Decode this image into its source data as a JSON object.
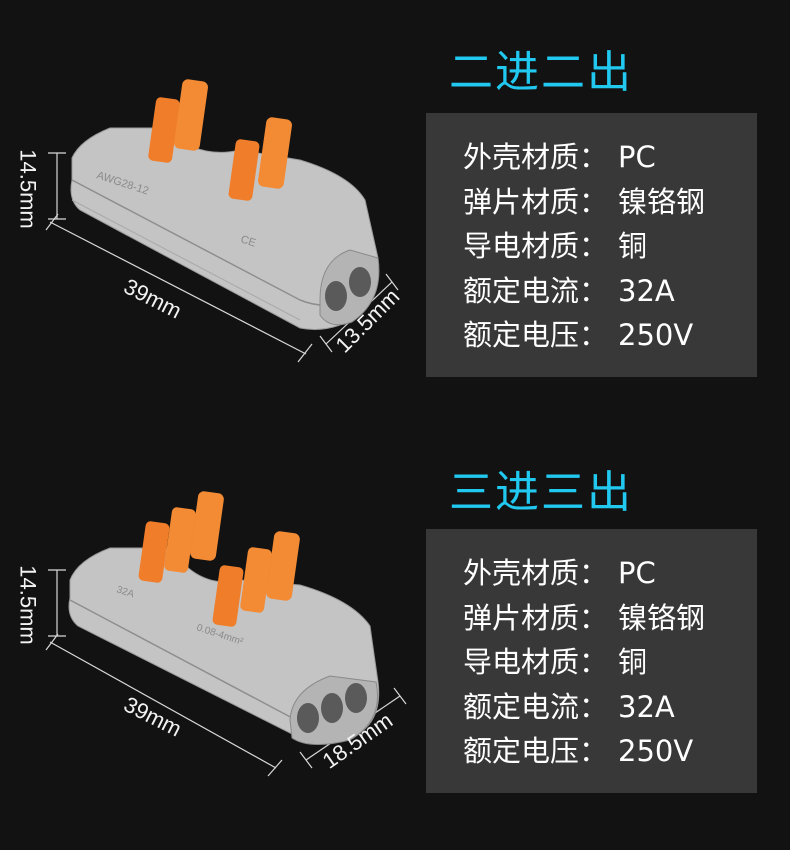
{
  "products": [
    {
      "title": "二进二出",
      "dims": {
        "height": "14.5mm",
        "length": "39mm",
        "width": "13.5mm"
      },
      "markings": [
        "AWG28-12",
        "CE"
      ],
      "specs": [
        {
          "key": "外壳材质",
          "colon": "：",
          "value": "PC"
        },
        {
          "key": "弹片材质",
          "colon": "：",
          "value": "镍铬钢"
        },
        {
          "key": "导电材质",
          "colon": "：",
          "value": "铜"
        },
        {
          "key": "额定电流",
          "colon": "：",
          "value": "32A"
        },
        {
          "key": "额定电压",
          "colon": "：",
          "value": "250V"
        }
      ]
    },
    {
      "title": "三进三出",
      "dims": {
        "height": "14.5mm",
        "length": "39mm",
        "width": "18.5mm"
      },
      "markings": [
        "32A",
        "0.08-4mm²"
      ],
      "specs": [
        {
          "key": "外壳材质",
          "colon": "：",
          "value": "PC"
        },
        {
          "key": "弹片材质",
          "colon": "：",
          "value": "镍铬钢"
        },
        {
          "key": "导电材质",
          "colon": "：",
          "value": "铜"
        },
        {
          "key": "额定电流",
          "colon": "：",
          "value": "32A"
        },
        {
          "key": "额定电压",
          "colon": "：",
          "value": "250V"
        }
      ]
    }
  ],
  "colors": {
    "background": "#121212",
    "title": "#21c8ef",
    "panel": "#383838",
    "housing": "#c2c2c2",
    "lever": "#f07d2a"
  }
}
